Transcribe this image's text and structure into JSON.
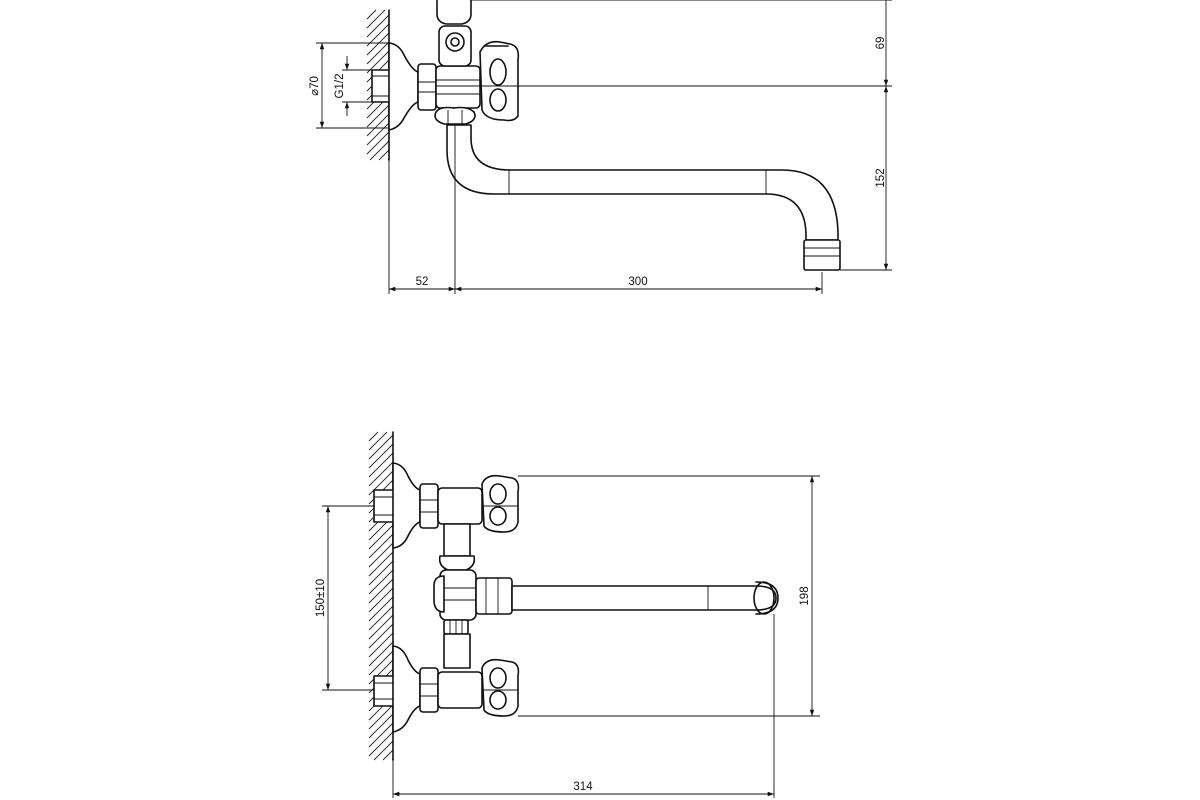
{
  "drawing": {
    "side_view": {
      "dimensions": {
        "top_offset": "69",
        "spout_drop": "152",
        "wall_projection": "52",
        "spout_length": "300",
        "flange_diameter": "⌀70",
        "thread": "G1/2"
      }
    },
    "top_view": {
      "dimensions": {
        "spout_reach": "198",
        "inlet_spacing": "150±10",
        "overall_width": "314"
      }
    }
  }
}
